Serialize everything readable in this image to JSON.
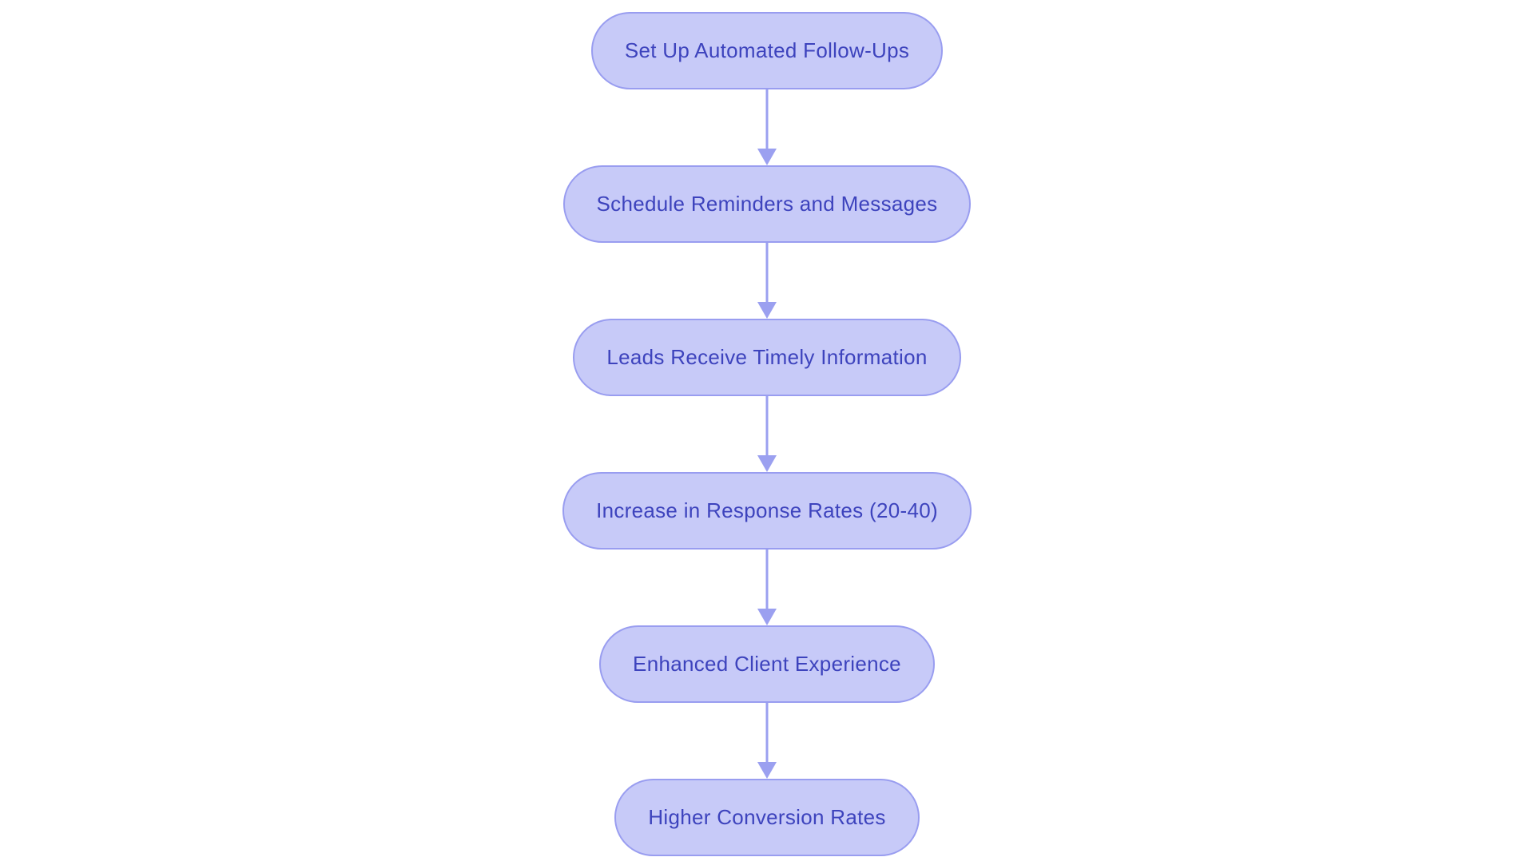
{
  "diagram": {
    "type": "flowchart",
    "direction": "top-to-bottom",
    "nodes": [
      {
        "label": "Set Up Automated Follow-Ups"
      },
      {
        "label": "Schedule Reminders and Messages"
      },
      {
        "label": "Leads Receive Timely Information"
      },
      {
        "label": "Increase in Response Rates (20-40)"
      },
      {
        "label": "Enhanced Client Experience"
      },
      {
        "label": "Higher Conversion Rates"
      }
    ],
    "connector_style": "straight-arrow-down",
    "colors": {
      "background": "#ffffff",
      "node_fill": "#c7caf8",
      "node_border": "#999df0",
      "node_text": "#3d43bd",
      "arrow": "#9ba0f0"
    }
  }
}
